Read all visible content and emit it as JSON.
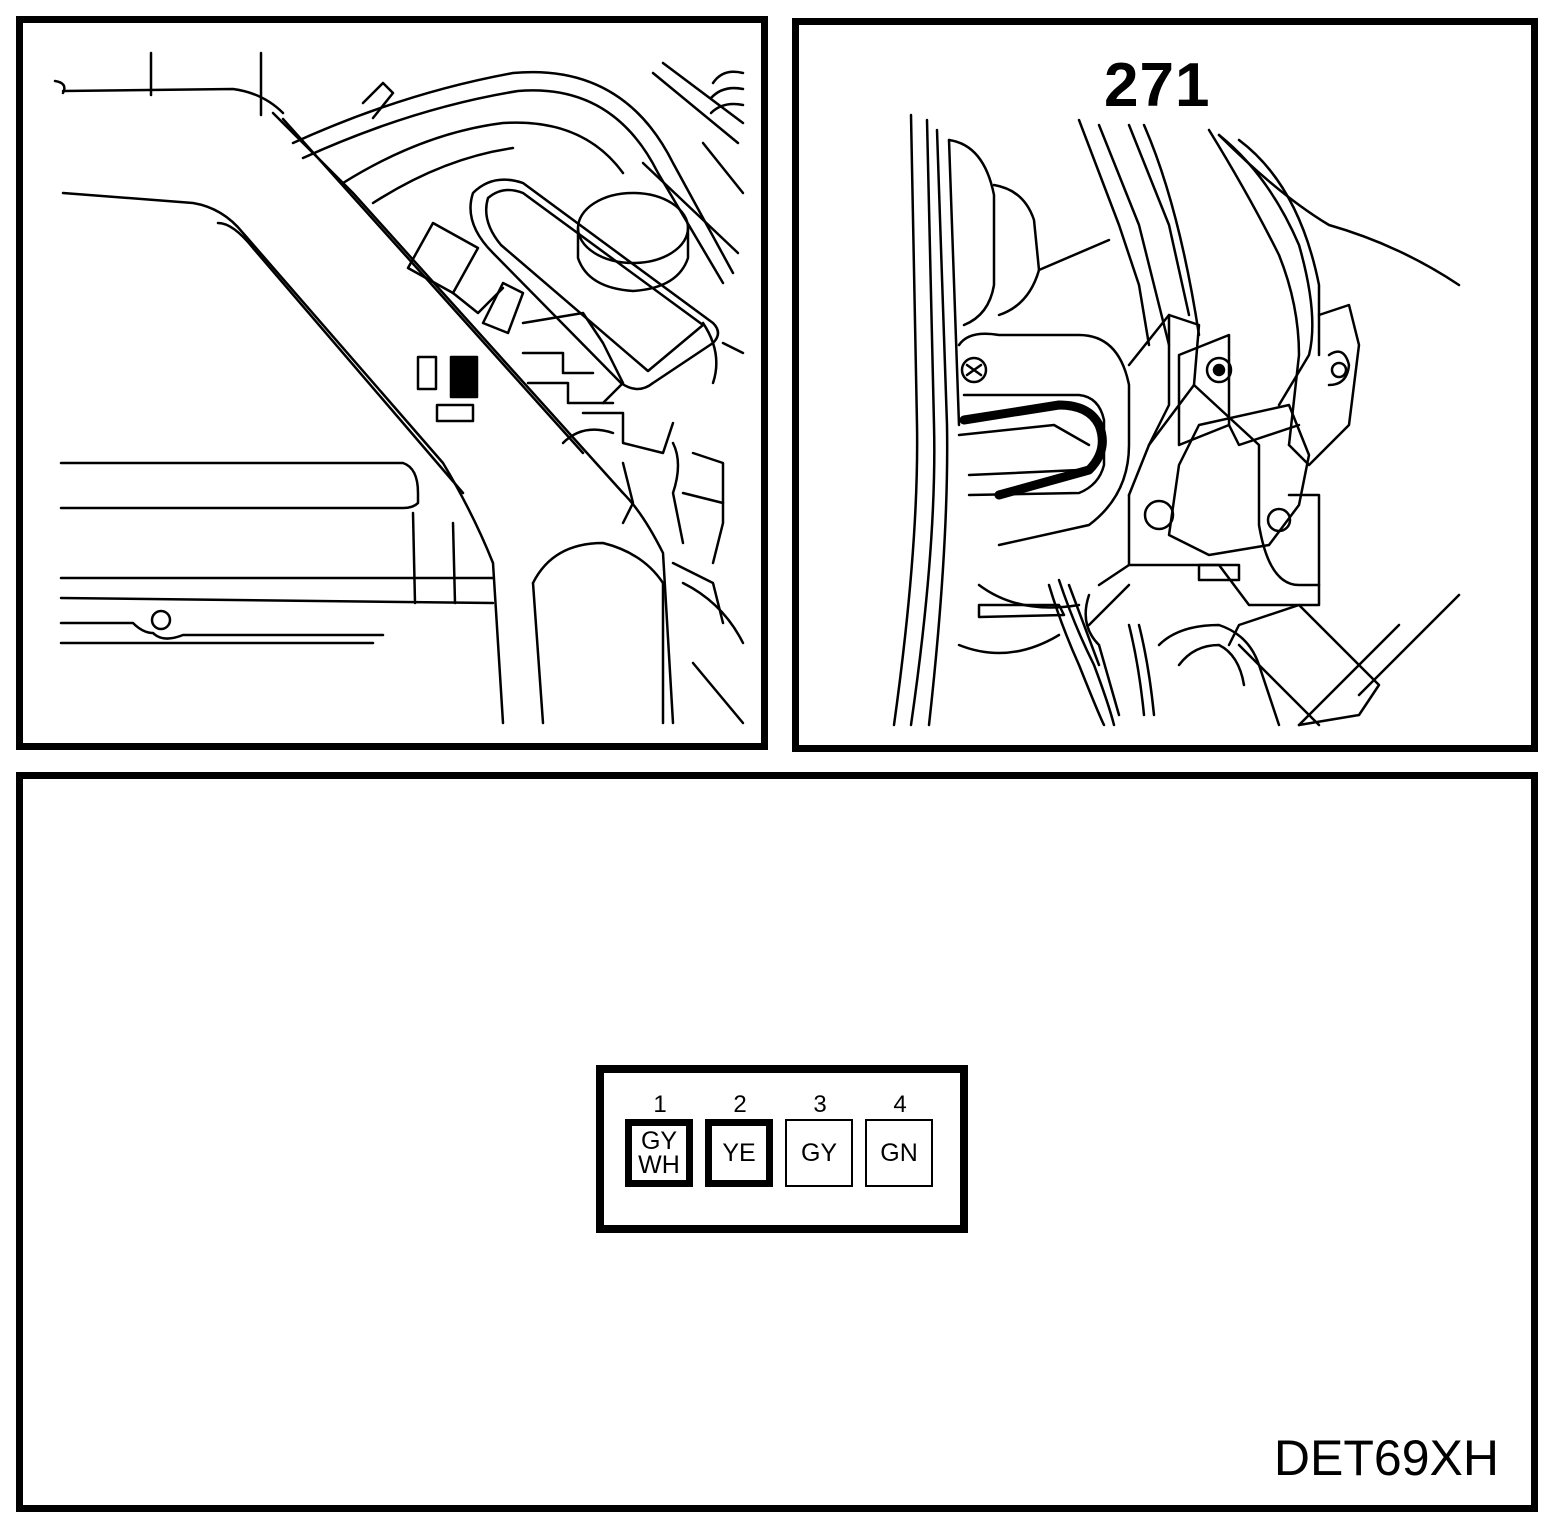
{
  "callout_number": "271",
  "diagram_code": "DET69XH",
  "connector": {
    "pins": [
      {
        "number": "1",
        "wire_colors": [
          "GY",
          "WH"
        ],
        "highlighted": true
      },
      {
        "number": "2",
        "wire_colors": [
          "YE"
        ],
        "highlighted": true
      },
      {
        "number": "3",
        "wire_colors": [
          "GY"
        ],
        "highlighted": false
      },
      {
        "number": "4",
        "wire_colors": [
          "GN"
        ],
        "highlighted": false
      }
    ]
  }
}
